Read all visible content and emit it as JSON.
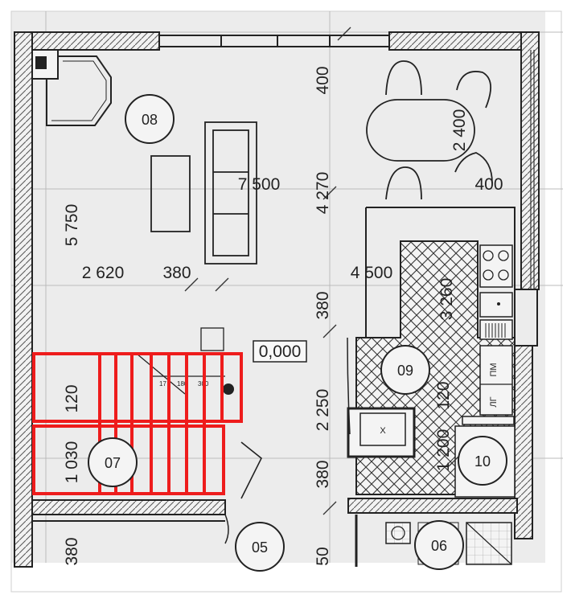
{
  "rooms": {
    "r08": "08",
    "r09": "09",
    "r10": "10",
    "r07": "07",
    "r05": "05",
    "r06": "06"
  },
  "dimensions": {
    "d400_top": "400",
    "d2400": "2 400",
    "d400_right": "400",
    "d7500": "7 500",
    "d4270": "4 270",
    "d5750": "5 750",
    "d2620": "2 620",
    "d380_mid": "380",
    "d4500": "4 500",
    "d3260": "3 260",
    "d380_vert1": "380",
    "d120_left": "120",
    "d2250": "2 250",
    "d1030": "1 030",
    "d380_vert2": "380",
    "d1200": "1 200",
    "d120_kitchen": "120",
    "d380_bottom": "380",
    "d50": "50"
  },
  "level_mark": "0,000",
  "stair_steps": {
    "s1": "17",
    "s2": "180",
    "s3": "300"
  },
  "appliance_labels": {
    "pm": "ПМ",
    "lg": "ЛГ",
    "x": "X"
  },
  "colors": {
    "wall": "#222222",
    "highlight": "#ee1c1c",
    "background": "#ececec",
    "dimension_line": "#333333"
  }
}
